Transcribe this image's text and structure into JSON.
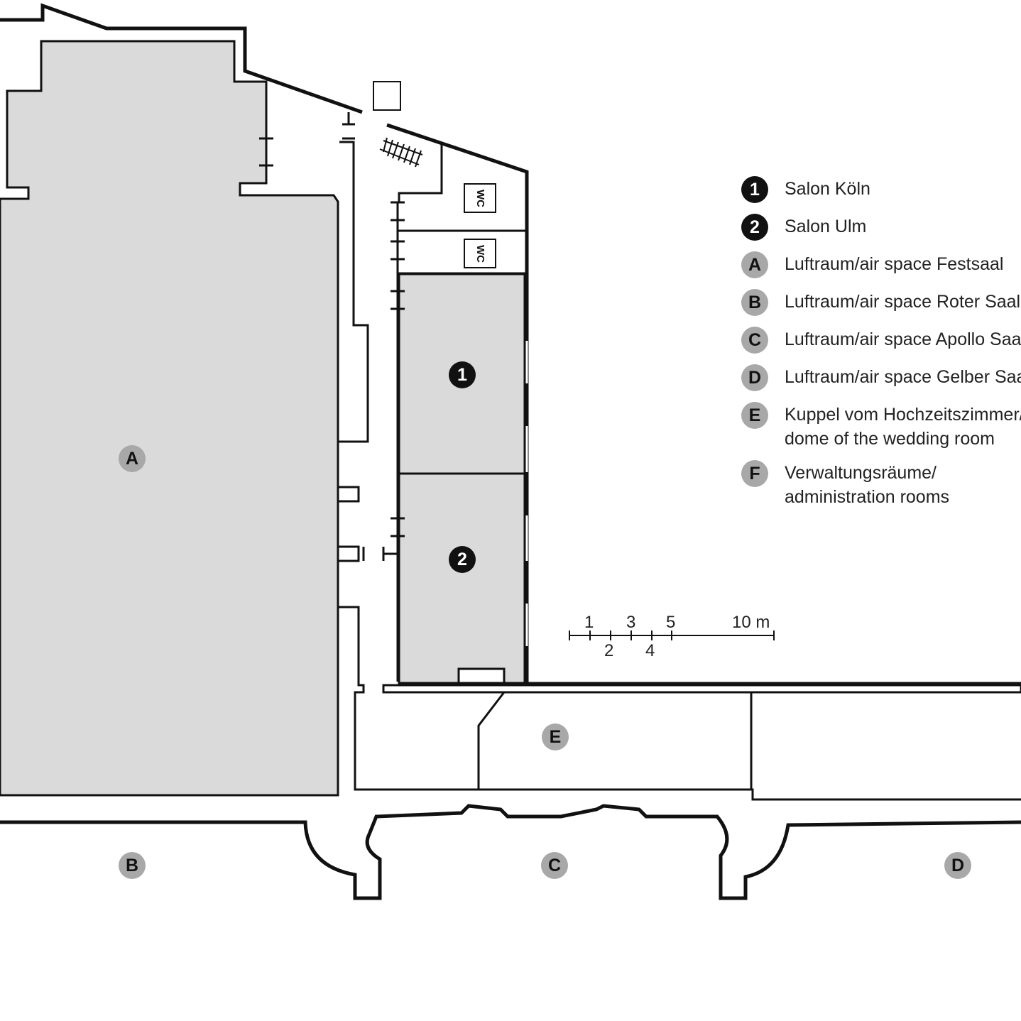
{
  "legend": {
    "items": [
      {
        "key": "1",
        "label": "Salon Köln"
      },
      {
        "key": "2",
        "label": "Salon Ulm"
      },
      {
        "key": "A",
        "label": "Luftraum/air space Festsaal"
      },
      {
        "key": "B",
        "label": "Luftraum/air space Roter Saal"
      },
      {
        "key": "C",
        "label": "Luftraum/air space Apollo Saal"
      },
      {
        "key": "D",
        "label": "Luftraum/air space Gelber Saal"
      },
      {
        "key": "E",
        "label_line1": "Kuppel vom Hochzeitszimmer/",
        "label_line2": "dome of the wedding room"
      },
      {
        "key": "F",
        "label_line1": "Verwaltungsräume/",
        "label_line2": "administration rooms"
      }
    ]
  },
  "plan": {
    "room_markers": {
      "salon_1": "1",
      "salon_2": "2",
      "airspace_a": "A",
      "airspace_b": "B",
      "airspace_c": "C",
      "airspace_d": "D",
      "dome_e": "E"
    },
    "wc_label": "WC",
    "exit_icon": "emergency-exit-icon",
    "stairs_icon": "stairs-icon"
  },
  "scale_bar": {
    "ticks_top": [
      "1",
      "3",
      "5",
      "10 m"
    ],
    "ticks_bottom": [
      "2",
      "4"
    ]
  },
  "colors": {
    "wall": "#111111",
    "room_fill": "#dadada",
    "marker_dark": "#111111",
    "marker_grey": "#a8a8a8"
  }
}
